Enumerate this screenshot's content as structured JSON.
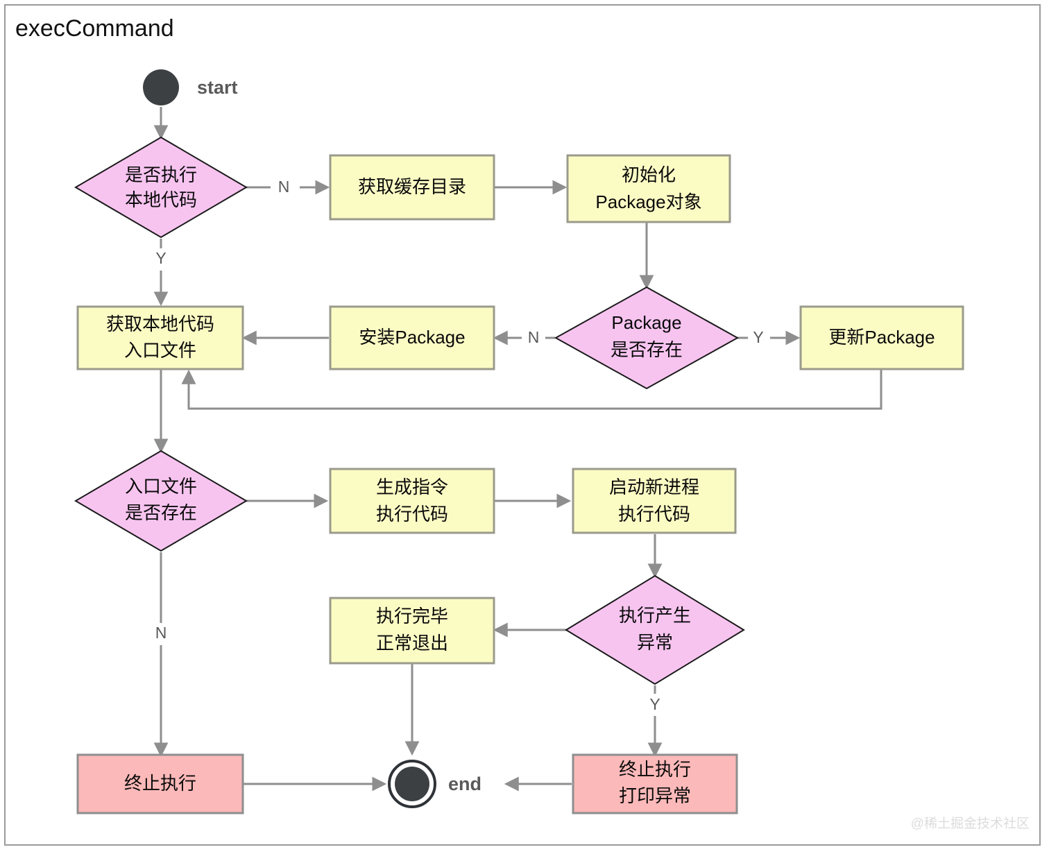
{
  "diagram": {
    "title": "execCommand",
    "type": "flowchart",
    "watermark": "@稀土掘金技术社区",
    "colors": {
      "process_fill": "#fbfbc4",
      "process_stroke": "#9a9a8c",
      "decision_fill": "#f7c4f0",
      "decision_stroke": "#1a1a1a",
      "terminate_fill": "#fcb9b9",
      "terminate_stroke": "#8e8e8e",
      "edge": "#8e8e8e",
      "start_end_dot": "#3c4043",
      "frame": "#9a9a9a",
      "watermark": "#dcdcdc"
    },
    "terminals": {
      "start_label": "start",
      "end_label": "end"
    },
    "nodes": [
      {
        "id": "n_start",
        "kind": "start-dot",
        "label": ""
      },
      {
        "id": "d_local",
        "kind": "decision",
        "lines": [
          "是否执行",
          "本地代码"
        ]
      },
      {
        "id": "p_cachedir",
        "kind": "process",
        "lines": [
          "获取缓存目录"
        ]
      },
      {
        "id": "p_initpkg",
        "kind": "process",
        "lines": [
          "初始化",
          "Package对象"
        ]
      },
      {
        "id": "d_pkgexists",
        "kind": "decision",
        "lines": [
          "Package",
          "是否存在"
        ]
      },
      {
        "id": "p_updatepkg",
        "kind": "process",
        "lines": [
          "更新Package"
        ]
      },
      {
        "id": "p_installpkg",
        "kind": "process",
        "lines": [
          "安装Package"
        ]
      },
      {
        "id": "p_localentry",
        "kind": "process",
        "lines": [
          "获取本地代码",
          "入口文件"
        ]
      },
      {
        "id": "d_entryexists",
        "kind": "decision",
        "lines": [
          "入口文件",
          "是否存在"
        ]
      },
      {
        "id": "p_gencmd",
        "kind": "process",
        "lines": [
          "生成指令",
          "执行代码"
        ]
      },
      {
        "id": "p_spawn",
        "kind": "process",
        "lines": [
          "启动新进程",
          "执行代码"
        ]
      },
      {
        "id": "d_error",
        "kind": "decision",
        "lines": [
          "执行产生",
          "异常"
        ]
      },
      {
        "id": "p_done",
        "kind": "process",
        "lines": [
          "执行完毕",
          "正常退出"
        ]
      },
      {
        "id": "t_abort_left",
        "kind": "terminate",
        "lines": [
          "终止执行"
        ]
      },
      {
        "id": "t_abort_right",
        "kind": "terminate",
        "lines": [
          "终止执行",
          "打印异常"
        ]
      },
      {
        "id": "n_end",
        "kind": "end-dot",
        "label": ""
      }
    ],
    "edges": [
      {
        "from": "n_start",
        "to": "d_local",
        "label": ""
      },
      {
        "from": "d_local",
        "to": "p_cachedir",
        "label": "N"
      },
      {
        "from": "d_local",
        "to": "p_localentry",
        "label": "Y"
      },
      {
        "from": "p_cachedir",
        "to": "p_initpkg",
        "label": ""
      },
      {
        "from": "p_initpkg",
        "to": "d_pkgexists",
        "label": ""
      },
      {
        "from": "d_pkgexists",
        "to": "p_updatepkg",
        "label": "Y"
      },
      {
        "from": "d_pkgexists",
        "to": "p_installpkg",
        "label": "N"
      },
      {
        "from": "p_installpkg",
        "to": "p_localentry",
        "label": ""
      },
      {
        "from": "p_updatepkg",
        "to": "p_localentry",
        "label": ""
      },
      {
        "from": "p_localentry",
        "to": "d_entryexists",
        "label": ""
      },
      {
        "from": "d_entryexists",
        "to": "p_gencmd",
        "label": ""
      },
      {
        "from": "d_entryexists",
        "to": "t_abort_left",
        "label": "N"
      },
      {
        "from": "p_gencmd",
        "to": "p_spawn",
        "label": ""
      },
      {
        "from": "p_spawn",
        "to": "d_error",
        "label": ""
      },
      {
        "from": "d_error",
        "to": "p_done",
        "label": ""
      },
      {
        "from": "d_error",
        "to": "t_abort_right",
        "label": "Y"
      },
      {
        "from": "p_done",
        "to": "n_end",
        "label": ""
      },
      {
        "from": "t_abort_left",
        "to": "n_end",
        "label": ""
      },
      {
        "from": "t_abort_right",
        "to": "n_end",
        "label": ""
      }
    ]
  }
}
